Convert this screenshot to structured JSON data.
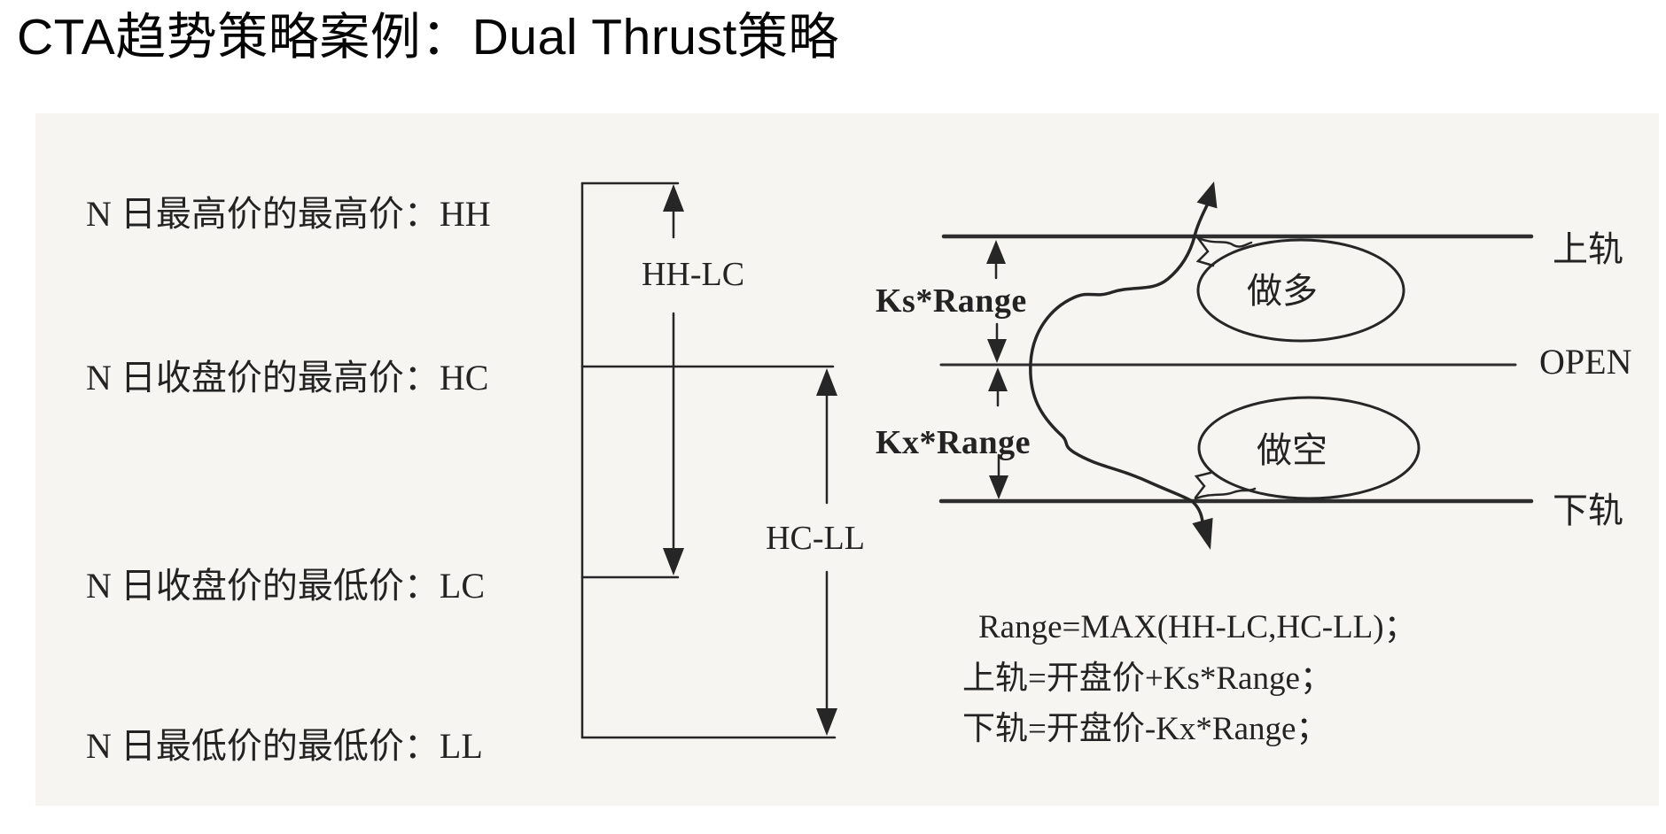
{
  "title": "CTA趋势策略案例：Dual Thrust策略",
  "left_labels": {
    "hh": "N 日最高价的最高价：HH",
    "hc": "N 日收盘价的最高价：HC",
    "lc": "N 日收盘价的最低价：LC",
    "ll": "N 日最低价的最低价：LL"
  },
  "measures": {
    "hh_lc": "HH-LC",
    "hc_ll": "HC-LL",
    "ks_range": "Ks*Range",
    "kx_range": "Kx*Range"
  },
  "rails": {
    "upper": "上轨",
    "open": "OPEN",
    "lower": "下轨"
  },
  "bubbles": {
    "long": "做多",
    "short": "做空"
  },
  "formulas": {
    "line1": "Range=MAX(HH-LC,HC-LL)；",
    "line2": "上轨=开盘价+Ks*Range；",
    "line3": "下轨=开盘价-Kx*Range；"
  },
  "colors": {
    "ink": "#262626",
    "rail": "#2e2e2e",
    "scan_background": "#f6f5f2",
    "page_background": "#ffffff"
  }
}
